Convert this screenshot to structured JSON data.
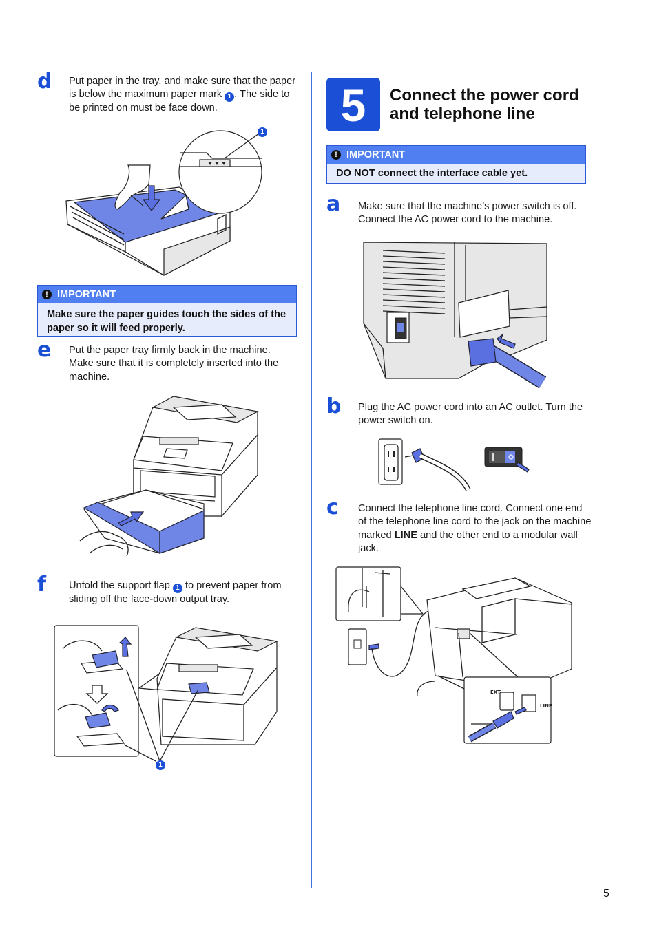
{
  "steps": {
    "d": {
      "letter": "d",
      "text_before": "Put paper in the tray, and make sure that the paper is below the maximum paper mark ",
      "callout": "1",
      "text_after": ". The side to be printed on must be face down."
    },
    "e": {
      "letter": "e",
      "text": "Put the paper tray firmly back in the machine. Make sure that it is completely inserted into the machine."
    },
    "f": {
      "letter": "f",
      "text_before": "Unfold the support flap ",
      "callout": "1",
      "text_after": " to prevent paper from sliding off the face-down output tray."
    },
    "a": {
      "letter": "a",
      "text": "Make sure that the machine’s power switch is off. Connect the AC power cord to the machine."
    },
    "b": {
      "letter": "b",
      "text": "Plug the AC power cord into an AC outlet. Turn the power switch on."
    },
    "c": {
      "letter": "c",
      "text_before": "Connect the telephone line cord. Connect one end of the telephone line cord to the jack on the machine marked ",
      "bold": "LINE",
      "text_after": " and the other end to a modular wall jack."
    }
  },
  "important_left": {
    "heading": "IMPORTANT",
    "body": "Make sure the paper guides touch the sides of the paper so it will feed properly."
  },
  "important_right": {
    "heading": "IMPORTANT",
    "body": "DO NOT connect the interface cable yet."
  },
  "section": {
    "number": "5",
    "title_line1": "Connect the power cord",
    "title_line2": "and telephone line"
  },
  "figure_labels": {
    "callout_tray": "1",
    "callout_flap": "1",
    "ext_label": "EXT.",
    "line_label": "LINE"
  },
  "page_number": "5",
  "colors": {
    "accent": "#1a4fd6",
    "important_head": "#4f7ff0",
    "important_body": "#e6ecfb"
  }
}
